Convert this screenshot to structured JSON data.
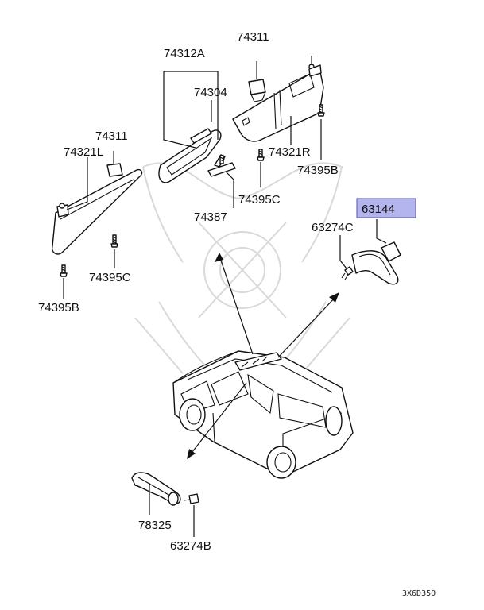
{
  "labels": {
    "p74312A": "74312A",
    "p74304": "74304",
    "p74311_top": "74311",
    "p74321R": "74321R",
    "p74395B_right": "74395B",
    "p74395C_mid": "74395C",
    "p74387": "74387",
    "p74311_left": "74311",
    "p74321L": "74321L",
    "p74395C_left": "74395C",
    "p74395B_left": "74395B",
    "p63144": "63144",
    "p63274C": "63274C",
    "p78325": "78325",
    "p63274B": "63274B"
  },
  "diagram_code": "3X6D350",
  "colors": {
    "highlight_fill": "#b4b4ee",
    "highlight_stroke": "#6b6bb0",
    "line": "#111111",
    "watermark": "#d9d9d9"
  }
}
